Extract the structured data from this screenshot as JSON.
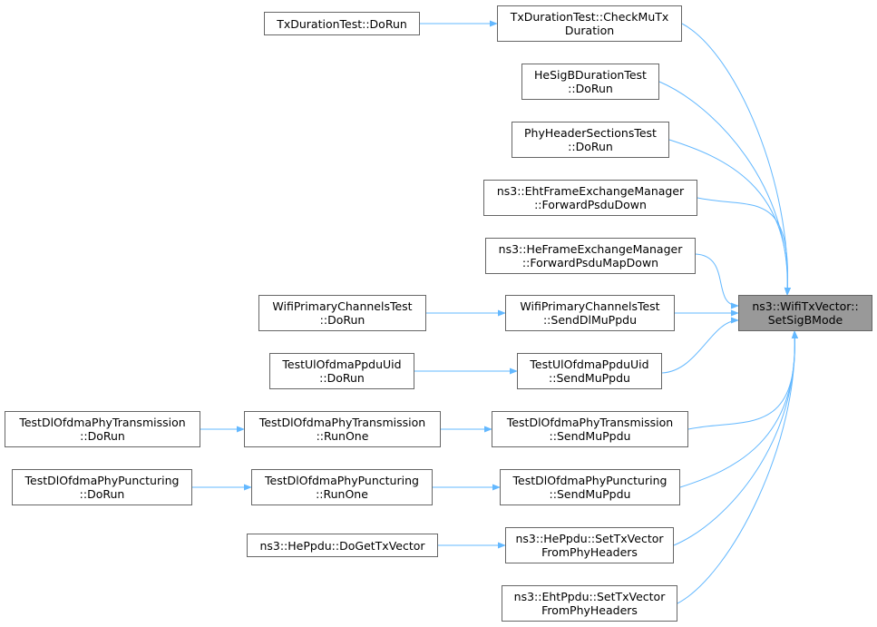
{
  "graph": {
    "edge_color": "#63b8ff",
    "target": {
      "id": "target",
      "lines": [
        "ns3::WifiTxVector::",
        "SetSigBMode"
      ]
    },
    "nodes": [
      {
        "id": "n_txdur_check",
        "lines": [
          "TxDurationTest::CheckMuTx",
          "Duration"
        ]
      },
      {
        "id": "n_txdur_dorun",
        "lines": [
          "TxDurationTest::DoRun"
        ]
      },
      {
        "id": "n_hesigb",
        "lines": [
          "HeSigBDurationTest",
          "::DoRun"
        ]
      },
      {
        "id": "n_phyheader",
        "lines": [
          "PhyHeaderSectionsTest",
          "::DoRun"
        ]
      },
      {
        "id": "n_eht_fwd",
        "lines": [
          "ns3::EhtFrameExchangeManager",
          "::ForwardPsduDown"
        ]
      },
      {
        "id": "n_he_fwd",
        "lines": [
          "ns3::HeFrameExchangeManager",
          "::ForwardPsduMapDown"
        ]
      },
      {
        "id": "n_wpc_send",
        "lines": [
          "WifiPrimaryChannelsTest",
          "::SendDlMuPpdu"
        ]
      },
      {
        "id": "n_wpc_dorun",
        "lines": [
          "WifiPrimaryChannelsTest",
          "::DoRun"
        ]
      },
      {
        "id": "n_ul_send",
        "lines": [
          "TestUlOfdmaPpduUid",
          "::SendMuPpdu"
        ]
      },
      {
        "id": "n_ul_dorun",
        "lines": [
          "TestUlOfdmaPpduUid",
          "::DoRun"
        ]
      },
      {
        "id": "n_dltx_send",
        "lines": [
          "TestDlOfdmaPhyTransmission",
          "::SendMuPpdu"
        ]
      },
      {
        "id": "n_dltx_runone",
        "lines": [
          "TestDlOfdmaPhyTransmission",
          "::RunOne"
        ]
      },
      {
        "id": "n_dltx_dorun",
        "lines": [
          "TestDlOfdmaPhyTransmission",
          "::DoRun"
        ]
      },
      {
        "id": "n_dlpunc_send",
        "lines": [
          "TestDlOfdmaPhyPuncturing",
          "::SendMuPpdu"
        ]
      },
      {
        "id": "n_dlpunc_runone",
        "lines": [
          "TestDlOfdmaPhyPuncturing",
          "::RunOne"
        ]
      },
      {
        "id": "n_dlpunc_dorun",
        "lines": [
          "TestDlOfdmaPhyPuncturing",
          "::DoRun"
        ]
      },
      {
        "id": "n_heppdu_set",
        "lines": [
          "ns3::HePpdu::SetTxVector",
          "FromPhyHeaders"
        ]
      },
      {
        "id": "n_heppdu_get",
        "lines": [
          "ns3::HePpdu::DoGetTxVector"
        ]
      },
      {
        "id": "n_ehtppdu_set",
        "lines": [
          "ns3::EhtPpdu::SetTxVector",
          "FromPhyHeaders"
        ]
      }
    ],
    "edges": [
      {
        "from": "n_txdur_check",
        "to": "target"
      },
      {
        "from": "n_txdur_dorun",
        "to": "n_txdur_check"
      },
      {
        "from": "n_hesigb",
        "to": "target"
      },
      {
        "from": "n_phyheader",
        "to": "target"
      },
      {
        "from": "n_eht_fwd",
        "to": "target"
      },
      {
        "from": "n_he_fwd",
        "to": "target"
      },
      {
        "from": "n_wpc_send",
        "to": "target"
      },
      {
        "from": "n_wpc_dorun",
        "to": "n_wpc_send"
      },
      {
        "from": "n_ul_send",
        "to": "target"
      },
      {
        "from": "n_ul_dorun",
        "to": "n_ul_send"
      },
      {
        "from": "n_dltx_send",
        "to": "target"
      },
      {
        "from": "n_dltx_runone",
        "to": "n_dltx_send"
      },
      {
        "from": "n_dltx_dorun",
        "to": "n_dltx_runone"
      },
      {
        "from": "n_dlpunc_send",
        "to": "target"
      },
      {
        "from": "n_dlpunc_runone",
        "to": "n_dlpunc_send"
      },
      {
        "from": "n_dlpunc_dorun",
        "to": "n_dlpunc_runone"
      },
      {
        "from": "n_heppdu_set",
        "to": "target"
      },
      {
        "from": "n_heppdu_get",
        "to": "n_heppdu_set"
      },
      {
        "from": "n_ehtppdu_set",
        "to": "target"
      }
    ]
  }
}
